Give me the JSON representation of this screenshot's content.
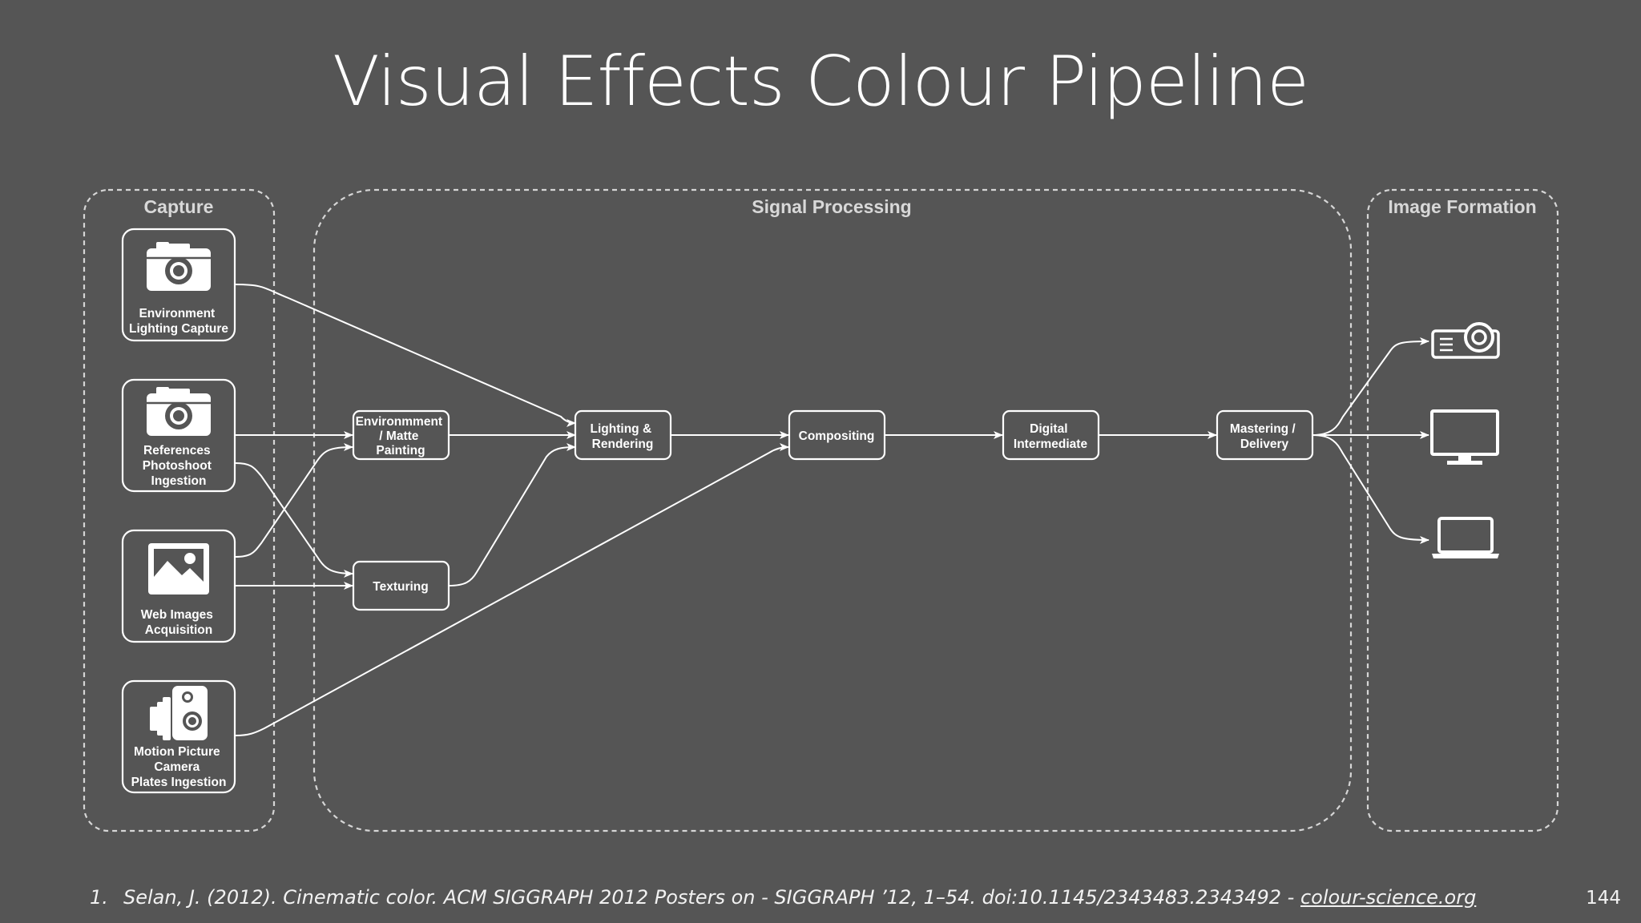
{
  "slide": {
    "title": "Visual Effects Colour Pipeline",
    "page_number": "144"
  },
  "groups": {
    "capture": "Capture",
    "signal_processing": "Signal Processing",
    "image_formation": "Image Formation"
  },
  "capture_nodes": [
    {
      "id": "environment-lighting-capture",
      "icon": "camera-icon",
      "lines": [
        "Environment",
        "Lighting Capture"
      ]
    },
    {
      "id": "references-photoshoot-ingestion",
      "icon": "camera-icon",
      "lines": [
        "References",
        "Photoshoot",
        "Ingestion"
      ]
    },
    {
      "id": "web-images-acquisition",
      "icon": "image-icon",
      "lines": [
        "Web Images",
        "Acquisition"
      ]
    },
    {
      "id": "motion-picture-camera-plates-ingestion",
      "icon": "motion-picture-camera-icon",
      "lines": [
        "Motion Picture",
        "Camera",
        "Plates Ingestion"
      ]
    }
  ],
  "process_nodes": [
    {
      "id": "environment-matte-painting",
      "lines": [
        "Environmment",
        "/ Matte",
        "Painting"
      ]
    },
    {
      "id": "texturing",
      "lines": [
        "Texturing"
      ]
    },
    {
      "id": "lighting-rendering",
      "lines": [
        "Lighting &",
        "Rendering"
      ]
    },
    {
      "id": "compositing",
      "lines": [
        "Compositing"
      ]
    },
    {
      "id": "digital-intermediate",
      "lines": [
        "Digital",
        "Intermediate"
      ]
    },
    {
      "id": "mastering-delivery",
      "lines": [
        "Mastering /",
        "Delivery"
      ]
    }
  ],
  "output_devices": [
    {
      "id": "projector",
      "icon": "projector-icon"
    },
    {
      "id": "monitor",
      "icon": "monitor-icon"
    },
    {
      "id": "laptop",
      "icon": "laptop-icon"
    }
  ],
  "edges": [
    [
      "environment-lighting-capture",
      "lighting-rendering"
    ],
    [
      "references-photoshoot-ingestion",
      "environment-matte-painting"
    ],
    [
      "references-photoshoot-ingestion",
      "texturing"
    ],
    [
      "web-images-acquisition",
      "environment-matte-painting"
    ],
    [
      "web-images-acquisition",
      "texturing"
    ],
    [
      "motion-picture-camera-plates-ingestion",
      "compositing"
    ],
    [
      "environment-matte-painting",
      "lighting-rendering"
    ],
    [
      "texturing",
      "lighting-rendering"
    ],
    [
      "lighting-rendering",
      "compositing"
    ],
    [
      "compositing",
      "digital-intermediate"
    ],
    [
      "digital-intermediate",
      "mastering-delivery"
    ],
    [
      "mastering-delivery",
      "projector"
    ],
    [
      "mastering-delivery",
      "monitor"
    ],
    [
      "mastering-delivery",
      "laptop"
    ]
  ],
  "footnote": {
    "number": "1.",
    "text": "Selan, J. (2012). Cinematic color. ACM SIGGRAPH 2012 Posters on - SIGGRAPH ’12, 1–54. doi:10.1145/2343483.2343492 - ",
    "link": "colour-science.org"
  },
  "colors": {
    "background": "#555555",
    "foreground": "#ffffff",
    "frame": "#d6d6d6"
  }
}
